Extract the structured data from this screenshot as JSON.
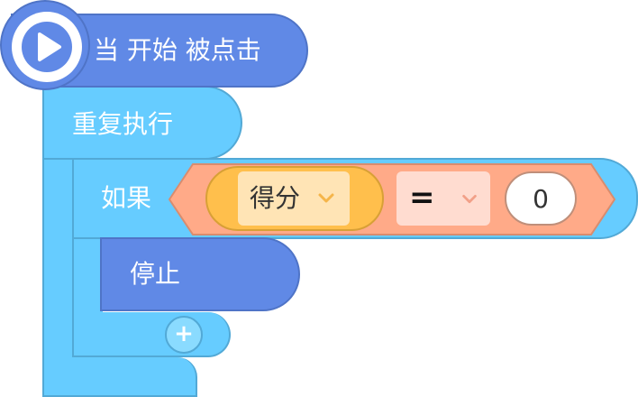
{
  "hat_block": {
    "label": "当 开始 被点击",
    "icon": "play-icon"
  },
  "forever_block": {
    "label": "重复执行"
  },
  "if_block": {
    "label": "如果"
  },
  "condition": {
    "variable": {
      "label": "得分",
      "icon": "chevron-down-icon"
    },
    "operator": {
      "label": "=",
      "icon": "chevron-down-icon"
    },
    "value": "0"
  },
  "stop_block": {
    "label": "停止"
  },
  "add_button": {
    "label": "+"
  },
  "colors": {
    "hat": "#6089E6",
    "control": "#66CCFF",
    "operator": "#FFAA88",
    "variable": "#FFBF4C",
    "stop": "#6089E6"
  }
}
